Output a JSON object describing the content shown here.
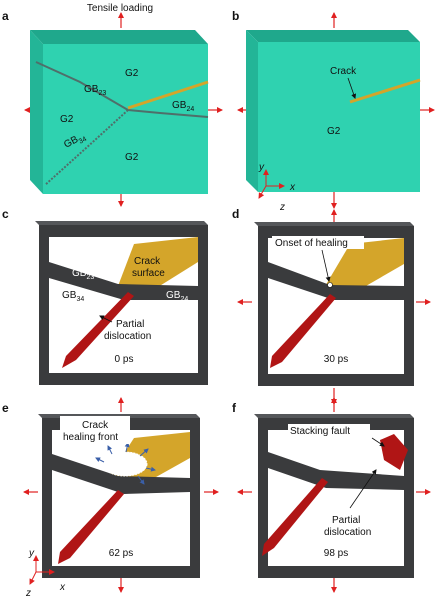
{
  "title": "Tensile loading",
  "panels": {
    "a": {
      "letter": "a",
      "g2_top": "G2",
      "g2_left": "G2",
      "g2_bottom": "G2",
      "gb23": "GB",
      "gb23_sub": "23",
      "gb24": "GB",
      "gb24_sub": "24",
      "gb34": "GB",
      "gb34_sub": "34"
    },
    "b": {
      "letter": "b",
      "crack": "Crack",
      "g2": "G2",
      "axis_y": "y",
      "axis_x": "x",
      "axis_z": "z"
    },
    "c": {
      "letter": "c",
      "crack_surface_1": "Crack",
      "crack_surface_2": "surface",
      "gb23": "GB",
      "gb23_sub": "23",
      "gb24": "GB",
      "gb24_sub": "24",
      "gb34": "GB",
      "gb34_sub": "34",
      "partial_1": "Partial",
      "partial_2": "dislocation",
      "time": "0 ps"
    },
    "d": {
      "letter": "d",
      "onset": "Onset of healing",
      "time": "30 ps"
    },
    "e": {
      "letter": "e",
      "healing_1": "Crack",
      "healing_2": "healing front",
      "time": "62 ps",
      "axis_y": "y",
      "axis_x": "x",
      "axis_z": "z"
    },
    "f": {
      "letter": "f",
      "stacking": "Stacking fault",
      "partial_1": "Partial",
      "partial_2": "dislocation",
      "time": "98 ps"
    }
  },
  "colors": {
    "teal": "#2fd2b0",
    "teal_dark": "#1fa88c",
    "teal_side": "#23b597",
    "frame": "#3a3b3d",
    "frame_light": "#55575a",
    "gold": "#d4a52a",
    "red_disl": "#b01515",
    "arrow_red": "#e02020",
    "arrow_blue": "#3a5fa8"
  }
}
